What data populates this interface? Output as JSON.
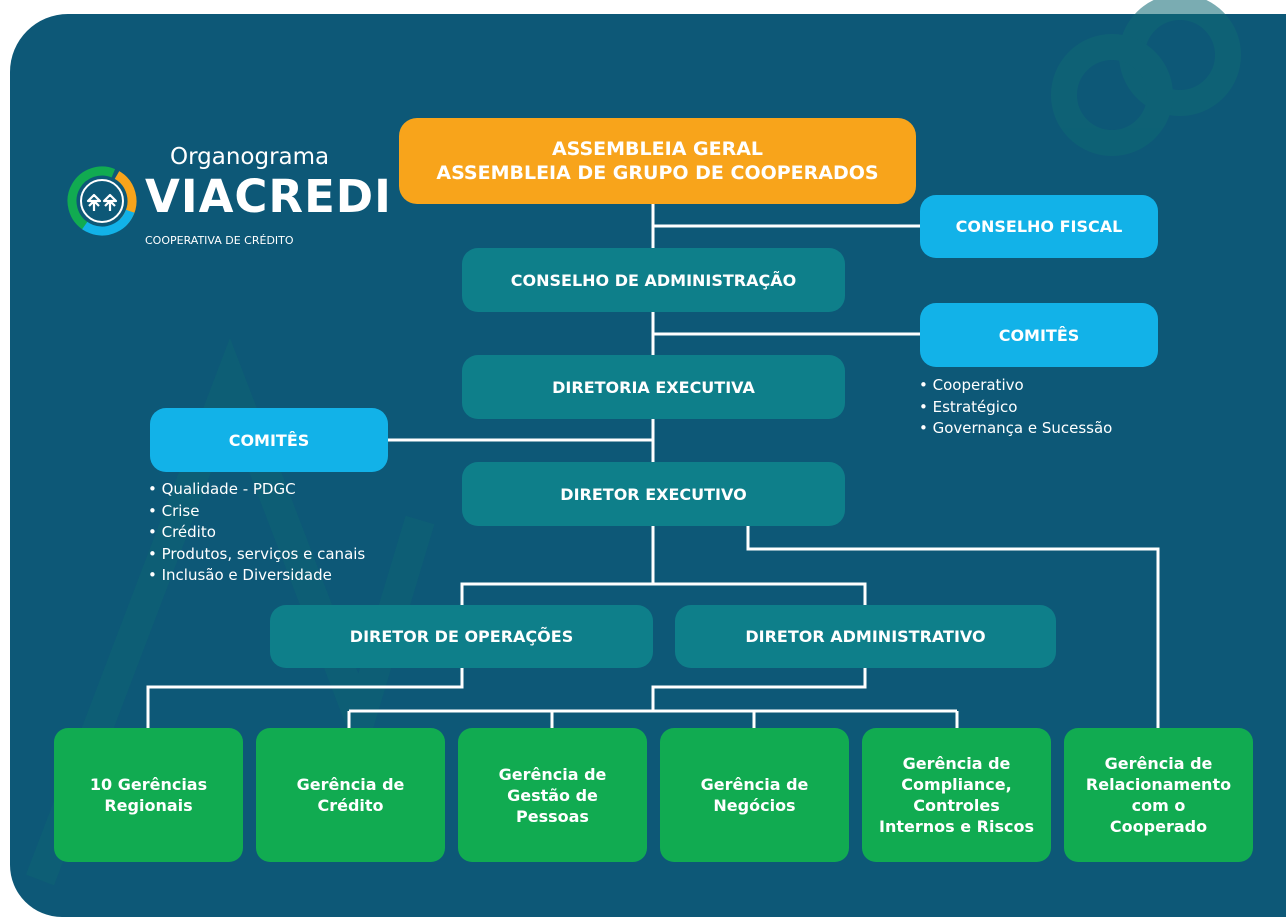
{
  "logo": {
    "subtitle": "Organograma",
    "name": "VIACREDI",
    "tagline": "COOPERATIVA DE CRÉDITO"
  },
  "nodes": {
    "assembleia": "ASSEMBLEIA GERAL\nASSEMBLEIA DE GRUPO DE COOPERADOS",
    "conselho_fiscal": "CONSELHO FISCAL",
    "conselho_adm": "CONSELHO DE ADMINISTRAÇÃO",
    "comites_right": "COMITÊS",
    "diretoria_exec": "DIRETORIA EXECUTIVA",
    "comites_left": "COMITÊS",
    "diretor_exec": "DIRETOR EXECUTIVO",
    "diretor_oper": "DIRETOR DE OPERAÇÕES",
    "diretor_adm": "DIRETOR ADMINISTRATIVO",
    "g_regionais": "10 Gerências\nRegionais",
    "g_credito": "Gerência de\nCrédito",
    "g_pessoas": "Gerência de\nGestão de\nPessoas",
    "g_negocios": "Gerência de\nNegócios",
    "g_compliance": "Gerência de\nCompliance,\nControles\nInternos e Riscos",
    "g_relacionamento": "Gerência de\nRelacionamento\ncom o\nCooperado"
  },
  "comites_right_items": [
    "Cooperativo",
    "Estratégico",
    "Governança e Sucessão"
  ],
  "comites_left_items": [
    "Qualidade - PDGC",
    "Crise",
    "Crédito",
    "Produtos, serviços e canais",
    "Inclusão e Diversidade"
  ],
  "colors": {
    "background": "#0d5877",
    "orange": "#f8a41b",
    "cyan": "#12b2e8",
    "teal": "#0e7f8a",
    "green": "#11ab51",
    "connector": "#ffffff"
  }
}
